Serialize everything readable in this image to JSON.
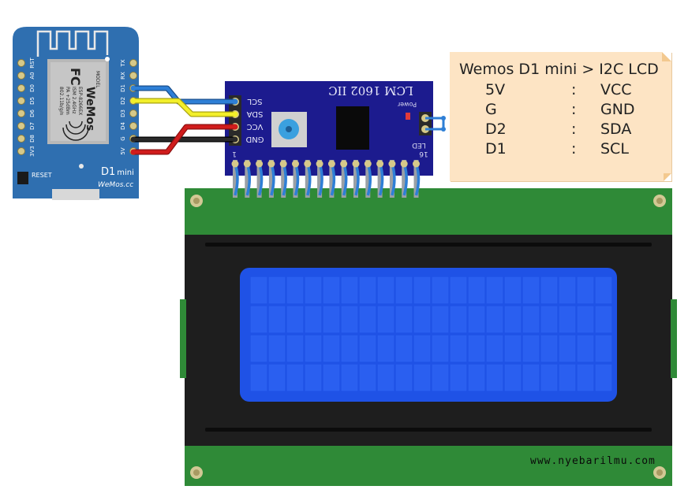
{
  "wemos": {
    "model_label": "MODEL",
    "brand": "WeMos",
    "fcc": "FC",
    "module": "ESP-8266EX",
    "ism": "ISM 2.4GHz",
    "pa": "PA +25dBm",
    "wifi": "802.11b/g/n",
    "name": "D1",
    "name_suffix": "mini",
    "site": "WeMos.cc",
    "reset": "RESET",
    "left_pins": [
      "RST",
      "A0",
      "D0",
      "D5",
      "D6",
      "D7",
      "D8",
      "3V3"
    ],
    "right_pins": [
      "TX",
      "RX",
      "D1",
      "D2",
      "D3",
      "D4",
      "G",
      "5V"
    ]
  },
  "i2c": {
    "title": "LCM 1602 IIC",
    "pins": [
      "SCL",
      "SDA",
      "VCC",
      "GND"
    ],
    "power": "Power",
    "led": "LED",
    "pin_start": "1",
    "pin_end": "16"
  },
  "note": {
    "title": "Wemos D1 mini > I2C LCD",
    "rows": [
      {
        "from": "5V",
        "sep": ":",
        "to": "VCC"
      },
      {
        "from": "G",
        "sep": ":",
        "to": "GND"
      },
      {
        "from": "D2",
        "sep": ":",
        "to": "SDA"
      },
      {
        "from": "D1",
        "sep": ":",
        "to": "SCL"
      }
    ]
  },
  "website": "www.nyebarilmu.com",
  "colors": {
    "wemos_board": "#2f6fb0",
    "i2c_board": "#1c1b8e",
    "lcd_pcb": "#2f8a37",
    "lcd_bezel": "#1e1e1e",
    "lcd_screen": "#1f52e6",
    "wire_d1": "#2e7fd6",
    "wire_d2": "#f2ef2a",
    "wire_gnd": "#111111",
    "wire_5v": "#d01c1c",
    "note_bg": "#fde4c4"
  }
}
